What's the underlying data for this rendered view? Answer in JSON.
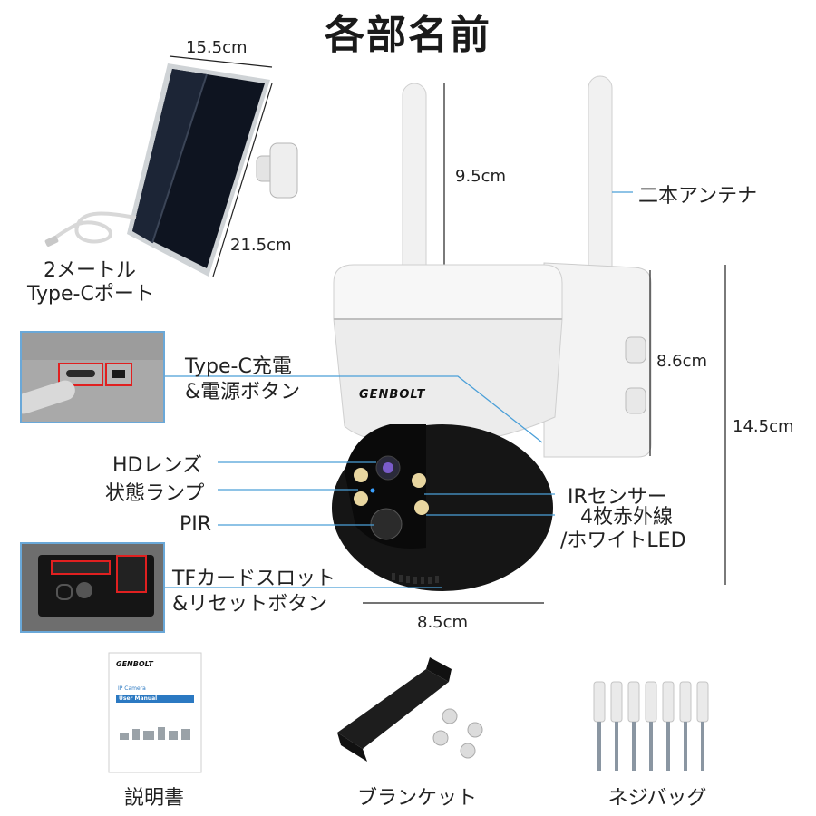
{
  "title": "各部名前",
  "solar_panel": {
    "width": "15.5cm",
    "height": "21.5cm",
    "cable_label_line1": "2メートル",
    "cable_label_line2": "Type-Cポート"
  },
  "camera": {
    "brand": "GENBOLT",
    "antenna_height": "9.5cm",
    "antenna_label": "二本アンテナ",
    "head_height": "8.6cm",
    "total_height": "14.5cm",
    "width": "8.5cm"
  },
  "callouts": {
    "typec_line1": "Type-C充電",
    "typec_line2": "&電源ボタン",
    "hd_lens": "HDレンズ",
    "status_lamp": "状態ランプ",
    "ir_sensor": "IRセンサー",
    "ir_led_line1": "4枚赤外線",
    "ir_led_line2": "/ホワイトLED",
    "pir": "PIR",
    "tf_line1": "TFカードスロット",
    "tf_line2": "&リセットボタン"
  },
  "accessories": {
    "manual": "説明書",
    "manual_cover_brand": "GENBOLT",
    "manual_cover_line1": "IP Camera",
    "manual_cover_line2": "User Manual",
    "bracket": "ブランケット",
    "screws": "ネジバッグ"
  },
  "colors": {
    "callout_line": "#4a9fd8",
    "inset_border": "#6aa8d8",
    "highlight_red": "#e02020",
    "camera_white": "#f2f2f2",
    "camera_black": "#151515"
  }
}
